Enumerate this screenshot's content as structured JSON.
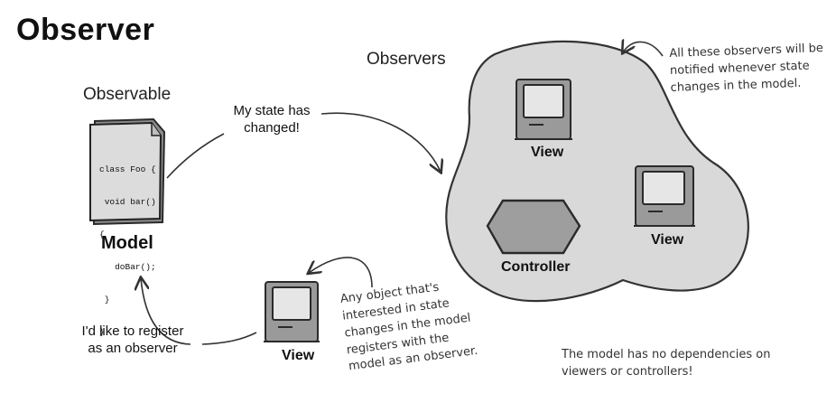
{
  "title": "Observer",
  "observable_heading": "Observable",
  "observers_heading": "Observers",
  "model": {
    "label": "Model",
    "code_lines": [
      "class Foo {",
      " void bar()",
      "{",
      "   doBar();",
      " }",
      "}"
    ]
  },
  "state_changed_callout": [
    "My state has",
    "changed!"
  ],
  "register_callout": [
    "I'd like to register",
    "as an observer"
  ],
  "observers": {
    "view_label": "View",
    "controller_label": "Controller"
  },
  "notes": {
    "notified": [
      "All these observers will be",
      "notified whenever state",
      "changes in the model."
    ],
    "any_object": [
      "Any object that's",
      "interested in state",
      "changes in the model",
      "registers with the",
      "model as an observer."
    ],
    "no_dependencies": [
      "The model has no dependencies on",
      "viewers or controllers!"
    ]
  },
  "colors": {
    "blob_fill": "#d9d9d9",
    "stroke": "#333333",
    "controller_fill": "#9e9e9e"
  }
}
